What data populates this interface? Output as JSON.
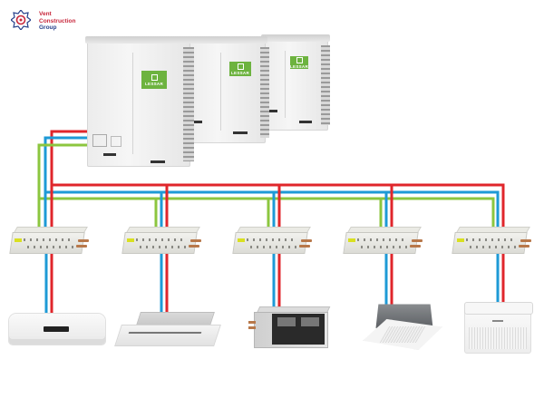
{
  "logo": {
    "line1": "Vent",
    "line2": "Construction",
    "line3": "Group",
    "colors": {
      "text_red": "#c8283c",
      "text_blue": "#27408b"
    }
  },
  "outdoor_units": [
    {
      "brand": "LESSAR",
      "badge_color": "#6db33f"
    },
    {
      "brand": "LESSAR",
      "badge_color": "#6db33f"
    },
    {
      "brand": "LESSAR",
      "badge_color": "#6db33f"
    }
  ],
  "pipes": {
    "colors": {
      "red": "#e0262b",
      "blue": "#1e9ad6",
      "green": "#8cc63f"
    }
  },
  "branch_boxes": [
    {
      "id": 1
    },
    {
      "id": 2
    },
    {
      "id": 3
    },
    {
      "id": 4
    },
    {
      "id": 5
    }
  ],
  "indoor_units": [
    {
      "type": "wall-mounted"
    },
    {
      "type": "one-way ceiling cassette"
    },
    {
      "type": "ducted"
    },
    {
      "type": "four-way ceiling cassette"
    },
    {
      "type": "floor-ceiling"
    }
  ]
}
